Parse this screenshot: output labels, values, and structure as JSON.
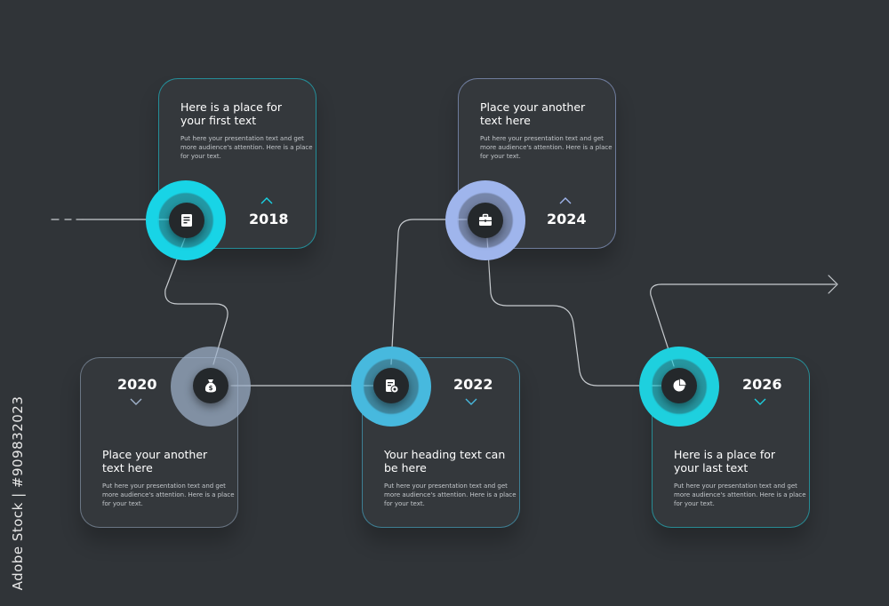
{
  "timeline": [
    {
      "year": "2018",
      "title": "Here is a place for your first text",
      "body": "Put here your presentation text and get more audience's attention. Here is a place for your text.",
      "icon": "document-icon",
      "accent": "#18d4e6"
    },
    {
      "year": "2020",
      "title": "Place your another text here",
      "body": "Put here your presentation text and get more audience's attention. Here is a place for your text.",
      "icon": "money-bag-icon",
      "accent": "#a0b3cc"
    },
    {
      "year": "2022",
      "title": "Your heading text can be here",
      "body": "Put here your presentation text and get more audience's attention. Here is a place for your text.",
      "icon": "document-settings-icon",
      "accent": "#47b9de"
    },
    {
      "year": "2024",
      "title": "Place your another text here",
      "body": "Put here your presentation text and get more audience's attention. Here is a place for your text.",
      "icon": "briefcase-icon",
      "accent": "#9fb5ec"
    },
    {
      "year": "2026",
      "title": "Here is a place for your last text",
      "body": "Put here your presentation text and get more audience's attention. Here is a place for your text.",
      "icon": "pie-chart-icon",
      "accent": "#1ed0de"
    }
  ],
  "colors": {
    "background": "#303438",
    "line": "#c8ccd0",
    "icon_disc": "#24282b"
  },
  "watermark": "Adobe Stock | #909832023"
}
